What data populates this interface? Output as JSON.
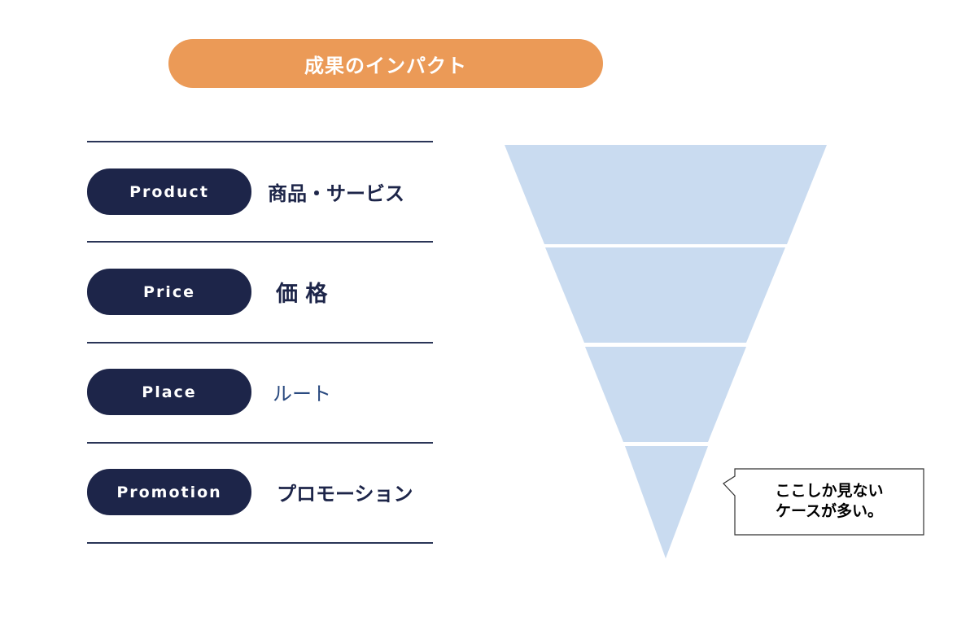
{
  "header": {
    "title": "成果のインパクト"
  },
  "rows": [
    {
      "pill": "Product",
      "label": "商品・サービス"
    },
    {
      "pill": "Price",
      "label": "価 格"
    },
    {
      "pill": "Place",
      "label": "ルート"
    },
    {
      "pill": "Promotion",
      "label": "プロモーション"
    }
  ],
  "callout": {
    "lines": [
      "ここしか見ない",
      "ケースが多い。"
    ]
  },
  "colors": {
    "header_bg": "#eb9a57",
    "pill_bg": "#1d2549",
    "divider": "#2a3557",
    "funnel_fill": "#c9dbf0",
    "place_label": "#2a4a80"
  }
}
